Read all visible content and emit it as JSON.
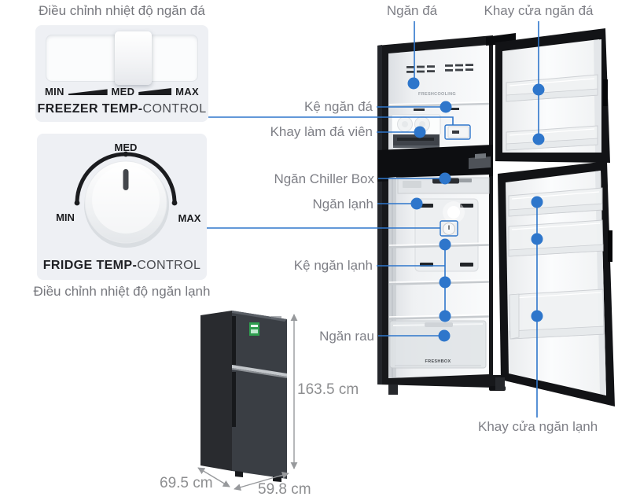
{
  "callouts": {
    "ngan_da": "Ngăn đá",
    "khay_cua_ngan_da": "Khay cửa ngăn đá",
    "ke_ngan_da": "Kệ ngăn đá",
    "khay_lam_da_vien": "Khay làm đá viên",
    "ngan_chiller_box": "Ngăn Chiller Box",
    "ngan_lanh": "Ngăn lạnh",
    "ke_ngan_lanh": "Kệ ngăn lạnh",
    "ngan_rau": "Ngăn rau",
    "khay_cua_ngan_lanh": "Khay cửa ngăn lạnh"
  },
  "freezer_control": {
    "title": "Điều chỉnh nhiệt độ ngăn đá",
    "min": "MIN",
    "med": "MED",
    "max": "MAX",
    "label_bold": "FREEZER TEMP-",
    "label_light": "CONTROL"
  },
  "fridge_control": {
    "caption": "Điều chỉnh nhiệt độ ngăn lạnh",
    "min": "MIN",
    "med": "MED",
    "max": "MAX",
    "label_bold": "FRIDGE TEMP-",
    "label_light": "CONTROL"
  },
  "dimensions": {
    "height": "163.5 cm",
    "depth": "69.5 cm",
    "width": "59.8 cm"
  },
  "interior_branding": {
    "freezer": "FRESHCOOLING",
    "crisper": "FRESHBOX"
  },
  "colors": {
    "accent_blue": "#2e76cb",
    "label_gray": "#7e7f86",
    "dimension_gray": "#8d8e90",
    "panel_bg": "#eef0f4"
  }
}
